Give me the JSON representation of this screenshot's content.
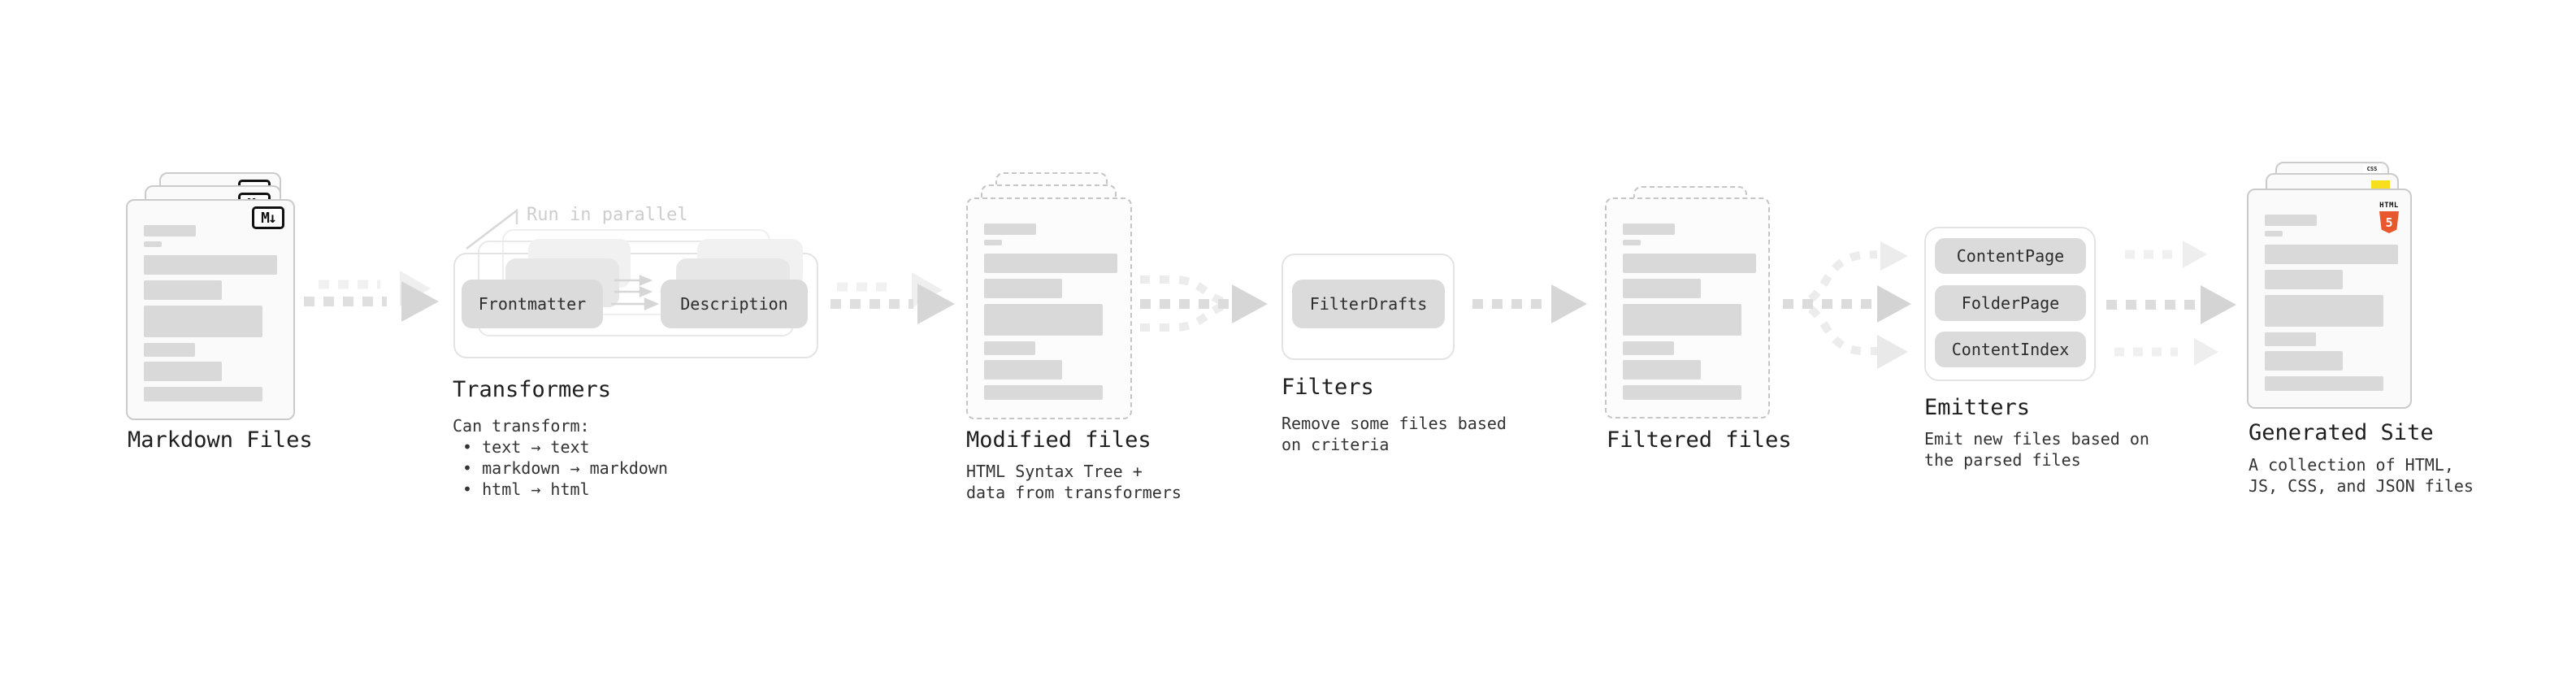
{
  "stages": {
    "markdown": {
      "label": "Markdown Files"
    },
    "transformers": {
      "label": "Transformers",
      "note": "Run in parallel",
      "pill_left": "Frontmatter",
      "pill_right": "Description",
      "desc": "Can transform:\n • text → text\n • markdown → markdown\n • html → html"
    },
    "modified": {
      "label": "Modified files",
      "desc": "HTML Syntax Tree +\ndata from transformers"
    },
    "filters": {
      "label": "Filters",
      "pill": "FilterDrafts",
      "desc": "Remove some files based\non criteria"
    },
    "filtered": {
      "label": "Filtered files"
    },
    "emitters": {
      "label": "Emitters",
      "pill1": "ContentPage",
      "pill2": "FolderPage",
      "pill3": "ContentIndex",
      "desc": "Emit new files based on\nthe parsed files"
    },
    "site": {
      "label": "Generated Site",
      "desc": "A collection of HTML,\nJS, CSS, and JSON files"
    }
  },
  "badges": {
    "markdown": "M↓",
    "css": "CSS",
    "html_word": "HTML",
    "html_five": "5"
  },
  "colors": {
    "js_yellow": "#f7df1e",
    "css_blue": "#2f6ae0",
    "html_orange": "#e8582c",
    "placeholder_gray": "#d9d9d9",
    "arrow_gray": "#d6d6d6"
  }
}
